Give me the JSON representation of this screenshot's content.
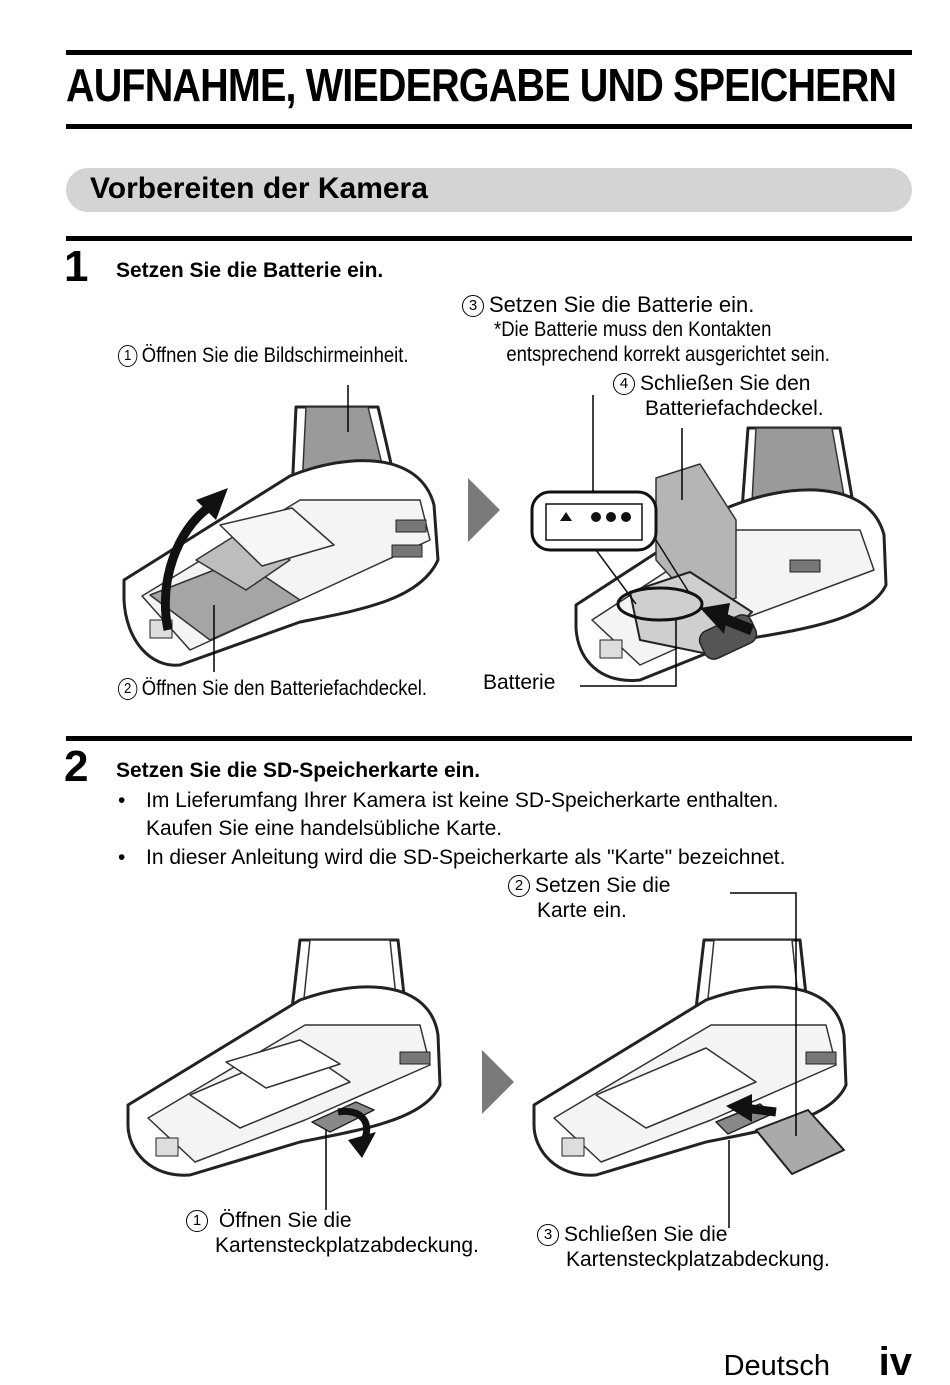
{
  "page_title": "AUFNAHME, WIEDERGABE UND SPEICHERN",
  "section_title": "Vorbereiten der Kamera",
  "step1": {
    "number": "1",
    "title": "Setzen Sie die Batterie ein.",
    "captions": {
      "c1_num": "1",
      "c1": "Öffnen Sie die Bildschirmeinheit.",
      "c2_num": "2",
      "c2": "Öffnen Sie den Batteriefachdeckel.",
      "c3_num": "3",
      "c3": "Setzen Sie die Batterie ein.",
      "c3_note_line1": "*Die Batterie muss den Kontakten",
      "c3_note_line2": "entsprechend korrekt ausgerichtet sein.",
      "c4_num": "4",
      "c4_line1": "Schließen Sie den",
      "c4_line2": "Batteriefachdeckel.",
      "battery_label": "Batterie"
    }
  },
  "step2": {
    "number": "2",
    "title": "Setzen Sie die SD-Speicherkarte ein.",
    "bullets": [
      {
        "line1": "Im Lieferumfang Ihrer Kamera ist keine SD-Speicherkarte enthalten.",
        "line2": "Kaufen Sie eine handelsübliche Karte."
      },
      {
        "line1": "In dieser Anleitung wird die SD-Speicherkarte als \"Karte\" bezeichnet.",
        "line2": ""
      }
    ],
    "captions": {
      "c1_num": "1",
      "c1_line1": "Öffnen Sie die",
      "c1_line2": "Kartensteckplatzabdeckung.",
      "c2_num": "2",
      "c2_line1": "Setzen Sie die",
      "c2_line2": "Karte ein.",
      "c3_num": "3",
      "c3_line1": "Schließen Sie die",
      "c3_line2": "Kartensteckplatzabdeckung."
    }
  },
  "footer": {
    "language": "Deutsch",
    "page_number": "iv"
  }
}
